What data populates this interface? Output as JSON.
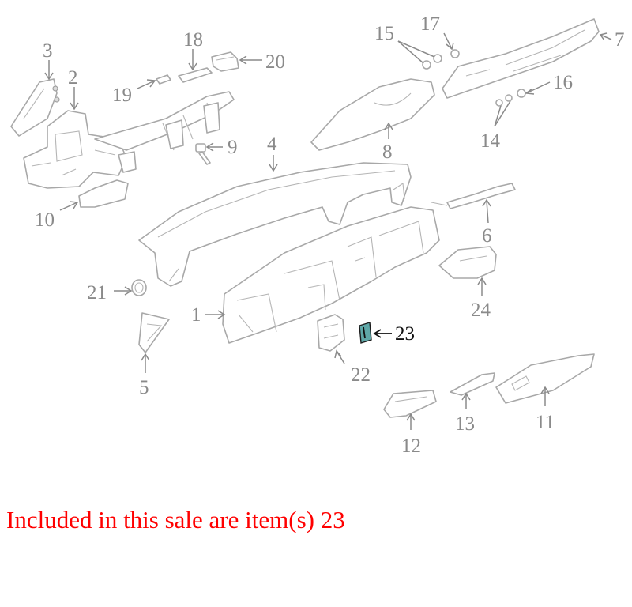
{
  "diagram": {
    "callouts": [
      {
        "id": "1",
        "label": "1",
        "selected": false
      },
      {
        "id": "2",
        "label": "2",
        "selected": false
      },
      {
        "id": "3",
        "label": "3",
        "selected": false
      },
      {
        "id": "4",
        "label": "4",
        "selected": false
      },
      {
        "id": "5",
        "label": "5",
        "selected": false
      },
      {
        "id": "6",
        "label": "6",
        "selected": false
      },
      {
        "id": "7",
        "label": "7",
        "selected": false
      },
      {
        "id": "8",
        "label": "8",
        "selected": false
      },
      {
        "id": "9",
        "label": "9",
        "selected": false
      },
      {
        "id": "10",
        "label": "10",
        "selected": false
      },
      {
        "id": "11",
        "label": "11",
        "selected": false
      },
      {
        "id": "12",
        "label": "12",
        "selected": false
      },
      {
        "id": "13",
        "label": "13",
        "selected": false
      },
      {
        "id": "14",
        "label": "14",
        "selected": false
      },
      {
        "id": "15",
        "label": "15",
        "selected": false
      },
      {
        "id": "16",
        "label": "16",
        "selected": false
      },
      {
        "id": "17",
        "label": "17",
        "selected": false
      },
      {
        "id": "18",
        "label": "18",
        "selected": false
      },
      {
        "id": "19",
        "label": "19",
        "selected": false
      },
      {
        "id": "20",
        "label": "20",
        "selected": false
      },
      {
        "id": "21",
        "label": "21",
        "selected": false
      },
      {
        "id": "22",
        "label": "22",
        "selected": false
      },
      {
        "id": "23",
        "label": "23",
        "selected": true
      },
      {
        "id": "24",
        "label": "24",
        "selected": false
      }
    ]
  },
  "caption": {
    "text": "Included in this sale are item(s) 23",
    "color": "#ff0000"
  },
  "colors": {
    "line_art": "#a8a8a8",
    "callout_text": "#8a8a8a",
    "selected_text": "#111111",
    "highlight_fill": "#5fa8a8"
  }
}
